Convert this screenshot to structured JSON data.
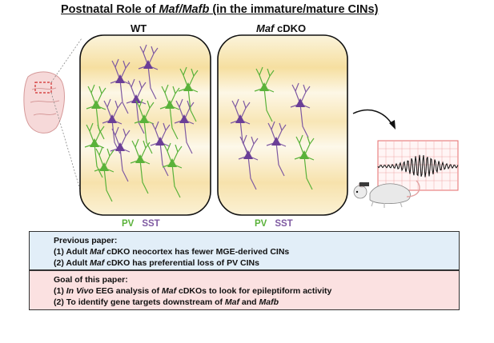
{
  "title": {
    "prefix": "Postnatal Role of ",
    "gene": "Maf/Mafb",
    "suffix": " (in the immature/mature CINs)"
  },
  "panels": {
    "left_label": "WT",
    "right_label_gene": "Maf",
    "right_label_suffix": " cDKO"
  },
  "legend": {
    "left": {
      "pv": "PV",
      "sst": "SST"
    },
    "right": {
      "pv": "PV",
      "sst": "SST"
    }
  },
  "previous_paper": {
    "heading": "Previous paper:",
    "line1": {
      "prefix": "(1) Adult ",
      "gene": "Maf",
      "suffix": " cDKO neocortex has fewer MGE-derived CINs"
    },
    "line2": {
      "prefix": "(2) Adult ",
      "gene": "Maf",
      "suffix": " cDKO has preferential loss of PV CINs"
    }
  },
  "goal": {
    "heading": "Goal of this paper:",
    "line1": {
      "prefix": "(1) ",
      "italic": "In Vivo",
      "mid": " EEG analysis of ",
      "gene": "Maf",
      "suffix": " cDKOs to look for epileptiform activity"
    },
    "line2": {
      "prefix": "(2) To identify gene targets downstream of ",
      "gene1": "Maf",
      "mid": " and ",
      "gene2": "Mafb"
    }
  },
  "colors": {
    "pv": "#5ab23a",
    "sst": "#7f5aa2",
    "sst_body": "#6b3f97",
    "prev_box_bg": "#e2eef8",
    "goal_box_bg": "#fbe1e1",
    "eeg_grid": "#e56b6b"
  },
  "icons": [
    "brain-icon",
    "mouse-icon",
    "eeg-trace-icon",
    "arrow-icon"
  ]
}
